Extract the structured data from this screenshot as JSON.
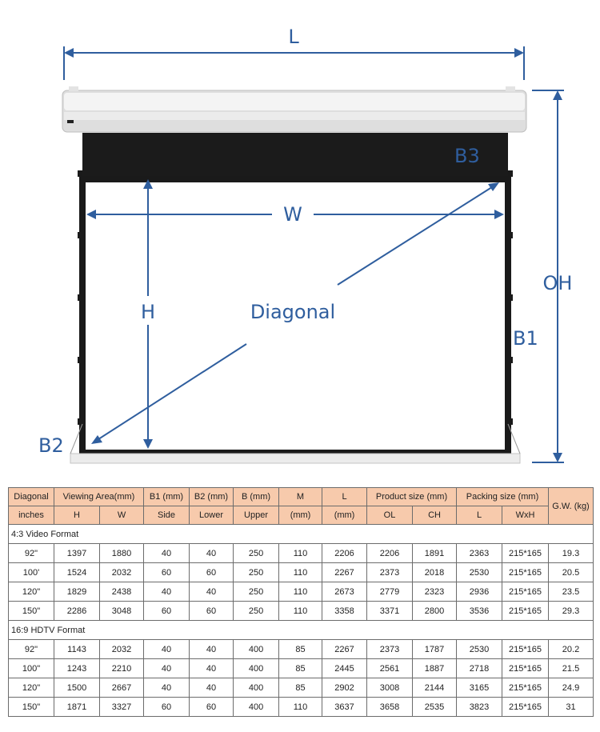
{
  "diagram": {
    "labels": {
      "L": "L",
      "W": "W",
      "H": "H",
      "OH": "OH",
      "B1": "B1",
      "B2": "B2",
      "B3": "B3",
      "diagonal": "Diagonal"
    },
    "colors": {
      "accent": "#2f5e9e",
      "screen_border": "#1a1a1a",
      "housing": "#e8e8e8"
    }
  },
  "table": {
    "header_row1": [
      "Diagonal",
      "Viewing Area(mm)",
      "B1  (mm)",
      "B2  (mm)",
      "B  (mm)",
      "M",
      "L",
      "Product size (mm)",
      "Packing size (mm)",
      "G.W. (kg)"
    ],
    "header_row2": [
      "inches",
      "H",
      "W",
      "Side",
      "Lower",
      "Upper",
      "(mm)",
      "(mm)",
      "OL",
      "CH",
      "L",
      "WxH"
    ],
    "header_color": "#f7caac",
    "sections": [
      {
        "title": "4:3 Video Format",
        "rows": [
          [
            "92\"",
            "1397",
            "1880",
            "40",
            "40",
            "250",
            "110",
            "2206",
            "2206",
            "1891",
            "2363",
            "215*165",
            "19.3"
          ],
          [
            "100'",
            "1524",
            "2032",
            "60",
            "60",
            "250",
            "110",
            "2267",
            "2373",
            "2018",
            "2530",
            "215*165",
            "20.5"
          ],
          [
            "120\"",
            "1829",
            "2438",
            "40",
            "40",
            "250",
            "110",
            "2673",
            "2779",
            "2323",
            "2936",
            "215*165",
            "23.5"
          ],
          [
            "150\"",
            "2286",
            "3048",
            "60",
            "60",
            "250",
            "110",
            "3358",
            "3371",
            "2800",
            "3536",
            "215*165",
            "29.3"
          ]
        ]
      },
      {
        "title": "16:9 HDTV Format",
        "rows": [
          [
            "92\"",
            "1143",
            "2032",
            "40",
            "40",
            "400",
            "85",
            "2267",
            "2373",
            "1787",
            "2530",
            "215*165",
            "20.2"
          ],
          [
            "100\"",
            "1243",
            "2210",
            "40",
            "40",
            "400",
            "85",
            "2445",
            "2561",
            "1887",
            "2718",
            "215*165",
            "21.5"
          ],
          [
            "120\"",
            "1500",
            "2667",
            "40",
            "40",
            "400",
            "85",
            "2902",
            "3008",
            "2144",
            "3165",
            "215*165",
            "24.9"
          ],
          [
            "150\"",
            "1871",
            "3327",
            "60",
            "60",
            "400",
            "110",
            "3637",
            "3658",
            "2535",
            "3823",
            "215*165",
            "31"
          ]
        ]
      }
    ]
  }
}
